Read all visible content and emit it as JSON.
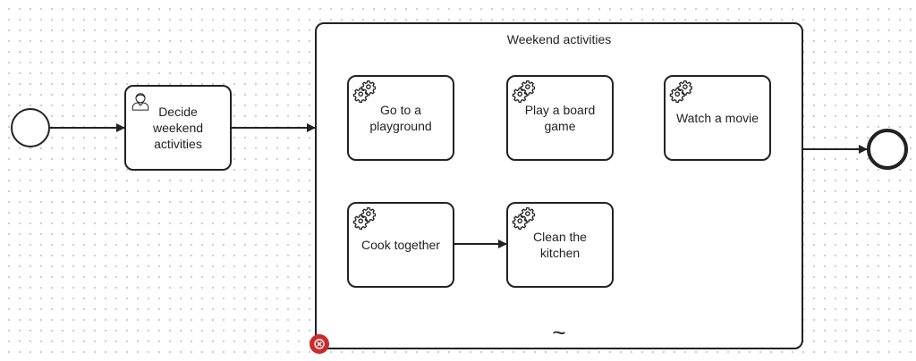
{
  "diagram": {
    "subprocess": {
      "title": "Weekend activities",
      "marker": "~"
    },
    "tasks": [
      {
        "id": "decide",
        "label": "Decide\nweekend\nactivities",
        "icon": "user-icon"
      },
      {
        "id": "playground",
        "label": "Go to a\nplayground",
        "icon": "gear-icon"
      },
      {
        "id": "boardgame",
        "label": "Play a board\ngame",
        "icon": "gear-icon"
      },
      {
        "id": "movie",
        "label": "Watch a movie",
        "icon": "gear-icon"
      },
      {
        "id": "cook",
        "label": "Cook together",
        "icon": "gear-icon"
      },
      {
        "id": "clean",
        "label": "Clean the\nkitchen",
        "icon": "gear-icon"
      }
    ],
    "events": [
      {
        "id": "start",
        "type": "start-event"
      },
      {
        "id": "end",
        "type": "end-event"
      }
    ],
    "flows": [
      {
        "from": "start",
        "to": "decide"
      },
      {
        "from": "decide",
        "to": "subprocess"
      },
      {
        "from": "subprocess",
        "to": "end"
      },
      {
        "from": "cook",
        "to": "clean"
      }
    ],
    "badge": {
      "icon": "error-icon",
      "color": "#cc2b2b"
    }
  }
}
